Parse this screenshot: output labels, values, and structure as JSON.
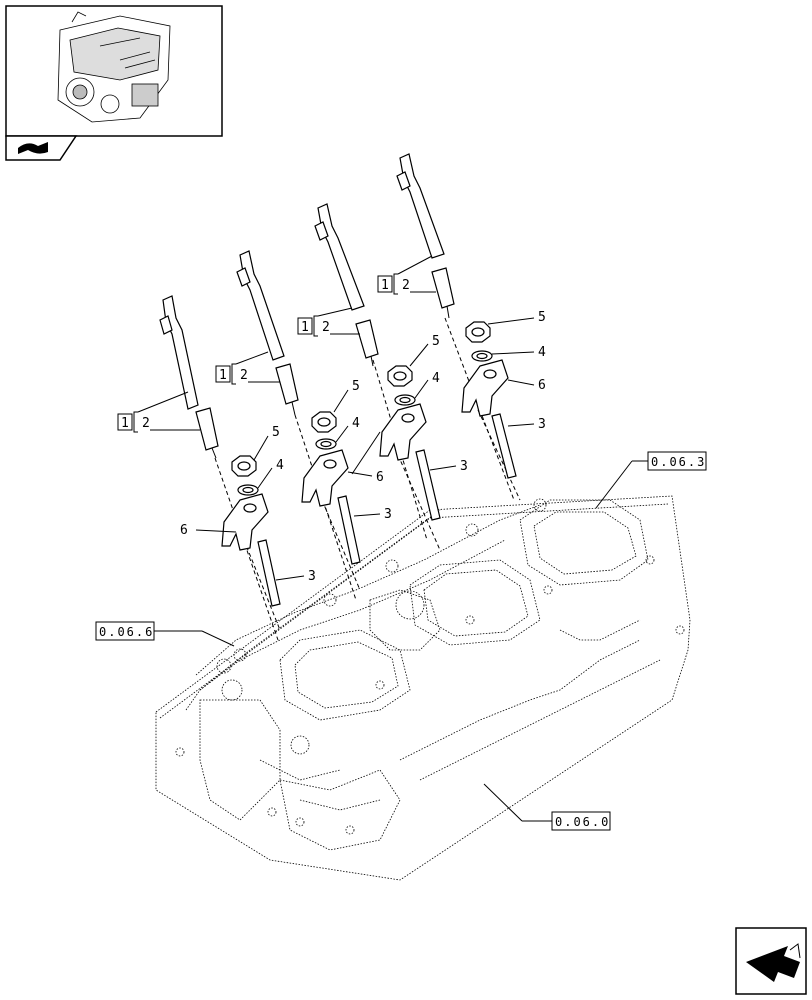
{
  "references": {
    "ref_0_06_3": "0.06.3",
    "ref_0_06_6": "0.06.6",
    "ref_0_06_0": "0.06.0"
  },
  "kit_labels": [
    {
      "kit": "1",
      "item": "2"
    },
    {
      "kit": "1",
      "item": "2"
    },
    {
      "kit": "1",
      "item": "2"
    },
    {
      "kit": "1",
      "item": "2"
    }
  ],
  "item_numbers": {
    "stud": "3",
    "washer": "4",
    "nut": "5",
    "clamp": "6"
  },
  "icons": {
    "thumbnail": "engine-thumbnail-icon",
    "section": "book-section-icon",
    "navigation": "next-page-arrow-icon"
  }
}
